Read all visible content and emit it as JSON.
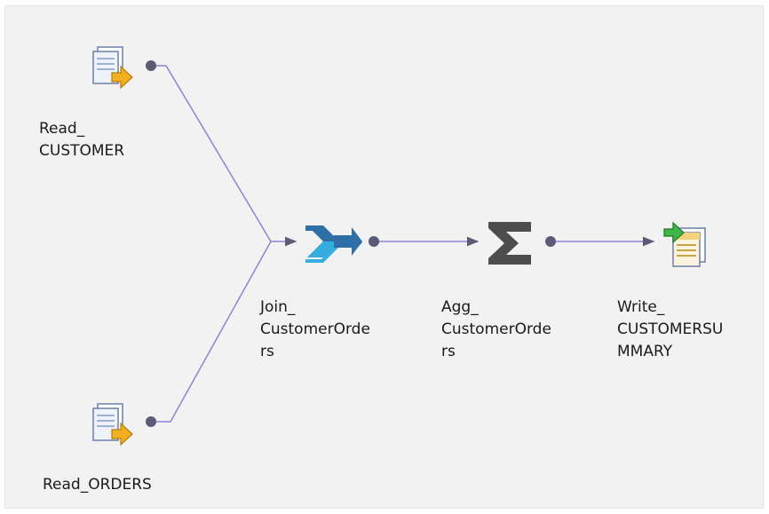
{
  "mapping": {
    "nodes": {
      "read_customer": {
        "type": "read",
        "label": [
          "Read_",
          "CUSTOMER"
        ]
      },
      "read_orders": {
        "type": "read",
        "label": [
          "Read_ORDERS"
        ]
      },
      "join": {
        "type": "joiner",
        "label": [
          "Join_",
          "CustomerOrde",
          "rs"
        ]
      },
      "agg": {
        "type": "aggregator",
        "label": [
          "Agg_",
          "CustomerOrde",
          "rs"
        ]
      },
      "write": {
        "type": "write",
        "label": [
          "Write_",
          "CUSTOMERSU",
          "MMARY"
        ]
      }
    },
    "links": [
      {
        "from": "Read_CUSTOMER",
        "to": "Join_CustomerOrders"
      },
      {
        "from": "Read_ORDERS",
        "to": "Join_CustomerOrders"
      },
      {
        "from": "Join_CustomerOrders",
        "to": "Agg_CustomerOrders"
      },
      {
        "from": "Agg_CustomerOrders",
        "to": "Write_CUSTOMERSUMMARY"
      }
    ],
    "colors": {
      "canvas": "#f2f2f2",
      "link": "#8a84d6",
      "port": "#5b5b75",
      "join_dark": "#2d6fa6",
      "join_light": "#36aee3",
      "sigma": "#4d4d4d"
    }
  }
}
